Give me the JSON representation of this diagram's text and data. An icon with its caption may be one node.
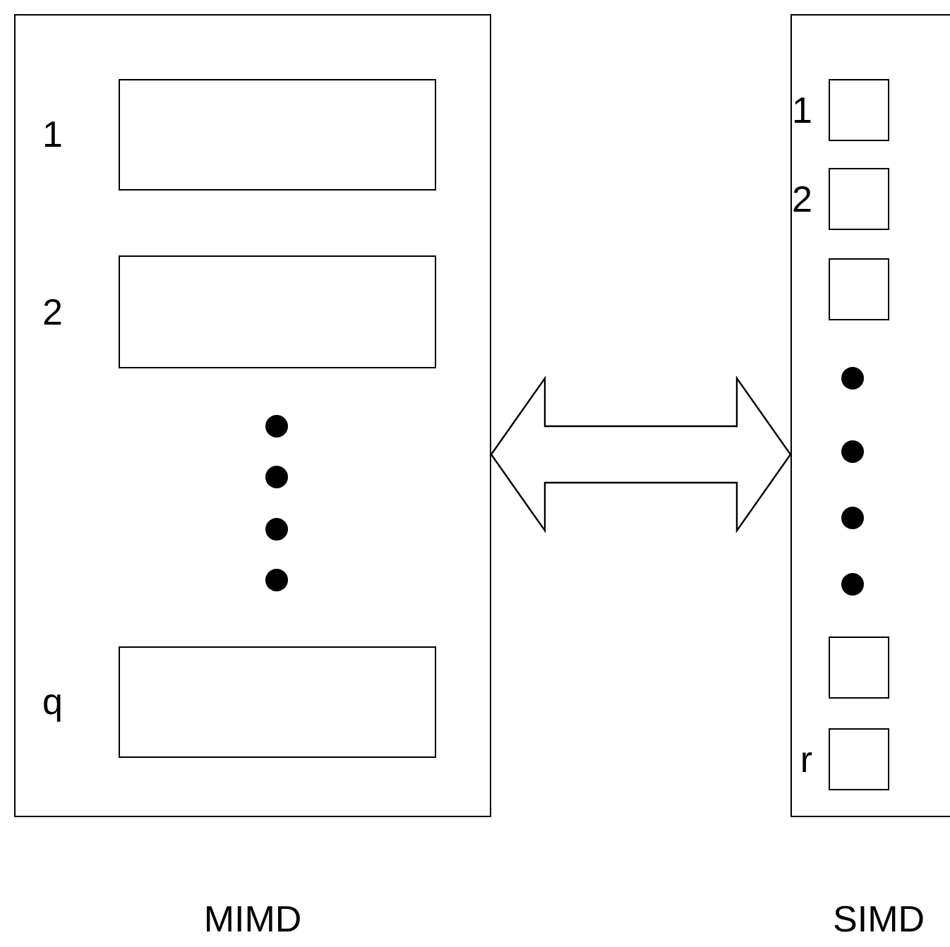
{
  "diagram": {
    "nodes": [
      {
        "text": [
          "MIMD"
        ]
      },
      {
        "text": [],
        "shape": "box",
        "in": 0,
        "beside": [
          "1"
        ]
      },
      {
        "text": [],
        "shape": "box",
        "in": 0,
        "beside": [
          "2"
        ]
      },
      {
        "text": [],
        "shape": "box",
        "in": 0,
        "beside": [
          "q"
        ]
      },
      {
        "text": [
          "SIMD"
        ]
      },
      {
        "text": [],
        "shape": "box",
        "in": 4,
        "beside": [
          "1"
        ]
      },
      {
        "text": [],
        "shape": "box",
        "in": 4,
        "beside": [
          "2"
        ]
      },
      {
        "text": [],
        "shape": "box",
        "in": 4
      },
      {
        "text": [],
        "shape": "box",
        "in": 4
      },
      {
        "text": [],
        "shape": "box",
        "in": 4,
        "beside": [
          "r"
        ]
      }
    ],
    "edges": [
      {
        "from": 0,
        "to": 4,
        "arrow": "both"
      }
    ]
  }
}
